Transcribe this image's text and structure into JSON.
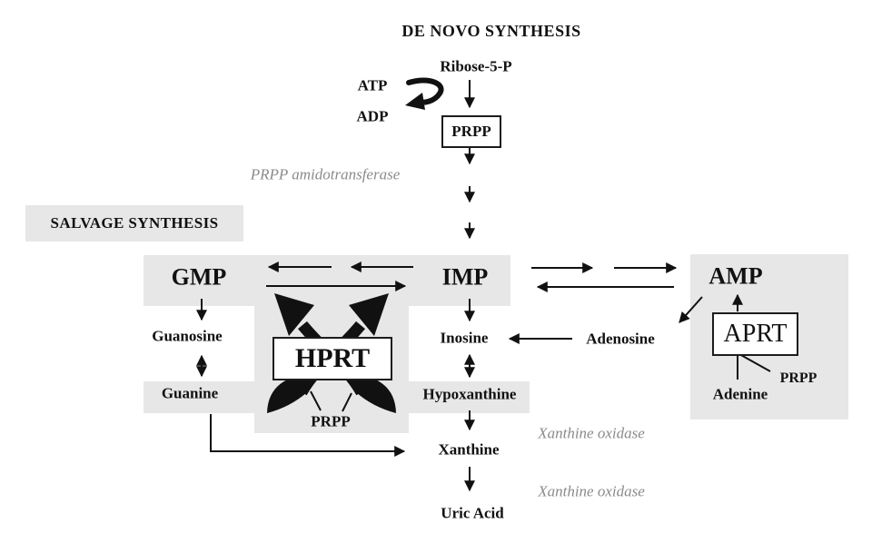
{
  "diagram": {
    "titles": {
      "de_novo": "DE NOVO SYNTHESIS",
      "salvage": "SALVAGE SYNTHESIS"
    },
    "nodes": {
      "ribose5p": "Ribose-5-P",
      "atp": "ATP",
      "adp": "ADP",
      "prpp_top": "PRPP",
      "gmp": "GMP",
      "imp": "IMP",
      "amp": "AMP",
      "guanosine": "Guanosine",
      "inosine": "Inosine",
      "adenosine": "Adenosine",
      "guanine": "Guanine",
      "hypoxanthine": "Hypoxanthine",
      "adenine": "Adenine",
      "xanthine": "Xanthine",
      "uric_acid": "Uric Acid",
      "prpp_hprt": "PRPP",
      "prpp_aprt": "PRPP"
    },
    "enzymes": {
      "prpp_amidotransferase": "PRPP amidotransferase",
      "hprt": "HPRT",
      "aprt": "APRT",
      "xanthine_oxidase_1": "Xanthine oxidase",
      "xanthine_oxidase_2": "Xanthine oxidase"
    },
    "colors": {
      "background": "#ffffff",
      "band_gray": "#e7e7e7",
      "ink": "#111111",
      "enzyme_gray": "#8a8a8a"
    }
  }
}
